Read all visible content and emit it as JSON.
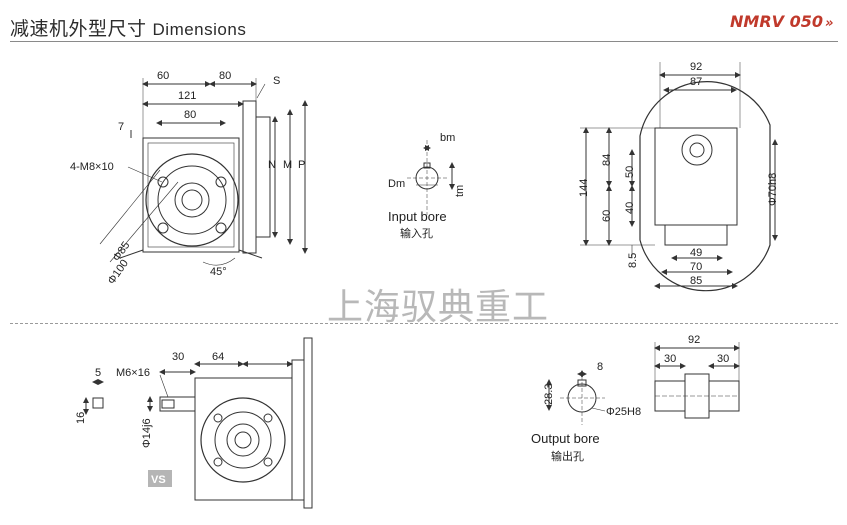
{
  "header": {
    "title_cn": "减速机外型尺寸",
    "title_en": "Dimensions",
    "model": "NMRV 050",
    "model_arrow": "»"
  },
  "watermark": "上海驭典重工",
  "badge": "VS",
  "top_left": {
    "dims": [
      "60",
      "80",
      "121",
      "80",
      "S",
      "7",
      "4-M8×10",
      "N",
      "M",
      "P",
      "Φ85",
      "Φ100",
      "45°"
    ]
  },
  "input_bore": {
    "title": "Input bore",
    "title_cn": "输入孔",
    "dims": [
      "bm",
      "Dm",
      "tm"
    ]
  },
  "top_right": {
    "dims": [
      "92",
      "87",
      "84",
      "50",
      "144",
      "60",
      "40",
      "Φ70h8",
      "8.5",
      "49",
      "70",
      "85"
    ]
  },
  "bottom_left": {
    "dims": [
      "5",
      "16",
      "M6×16",
      "30",
      "64",
      "Φ14j6"
    ]
  },
  "output_bore": {
    "title": "Output bore",
    "title_cn": "输出孔",
    "dims": [
      "8",
      "28.3",
      "Φ25H8"
    ]
  },
  "output_shaft": {
    "dims": [
      "92",
      "30",
      "30"
    ]
  },
  "colors": {
    "line": "#333333",
    "model_red": "#c0392b",
    "watermark": "#b8b8b8"
  }
}
